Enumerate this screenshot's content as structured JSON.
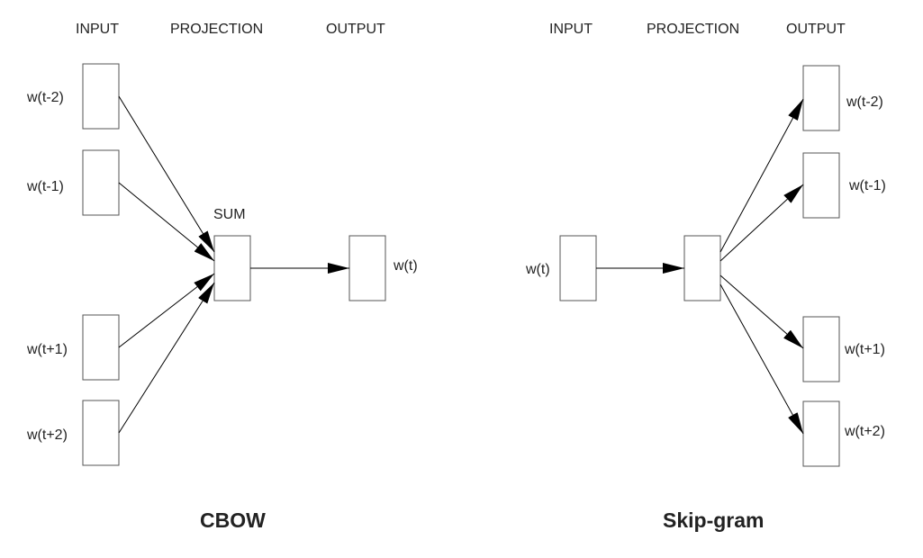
{
  "cbow": {
    "headers": {
      "input": "INPUT",
      "projection": "PROJECTION",
      "output": "OUTPUT"
    },
    "input_words": [
      "w(t-2)",
      "w(t-1)",
      "w(t+1)",
      "w(t+2)"
    ],
    "projection_label": "SUM",
    "output_word": "w(t)",
    "title": "CBOW"
  },
  "skipgram": {
    "headers": {
      "input": "INPUT",
      "projection": "PROJECTION",
      "output": "OUTPUT"
    },
    "input_word": "w(t)",
    "output_words": [
      "w(t-2)",
      "w(t-1)",
      "w(t+1)",
      "w(t+2)"
    ],
    "title": "Skip-gram"
  }
}
